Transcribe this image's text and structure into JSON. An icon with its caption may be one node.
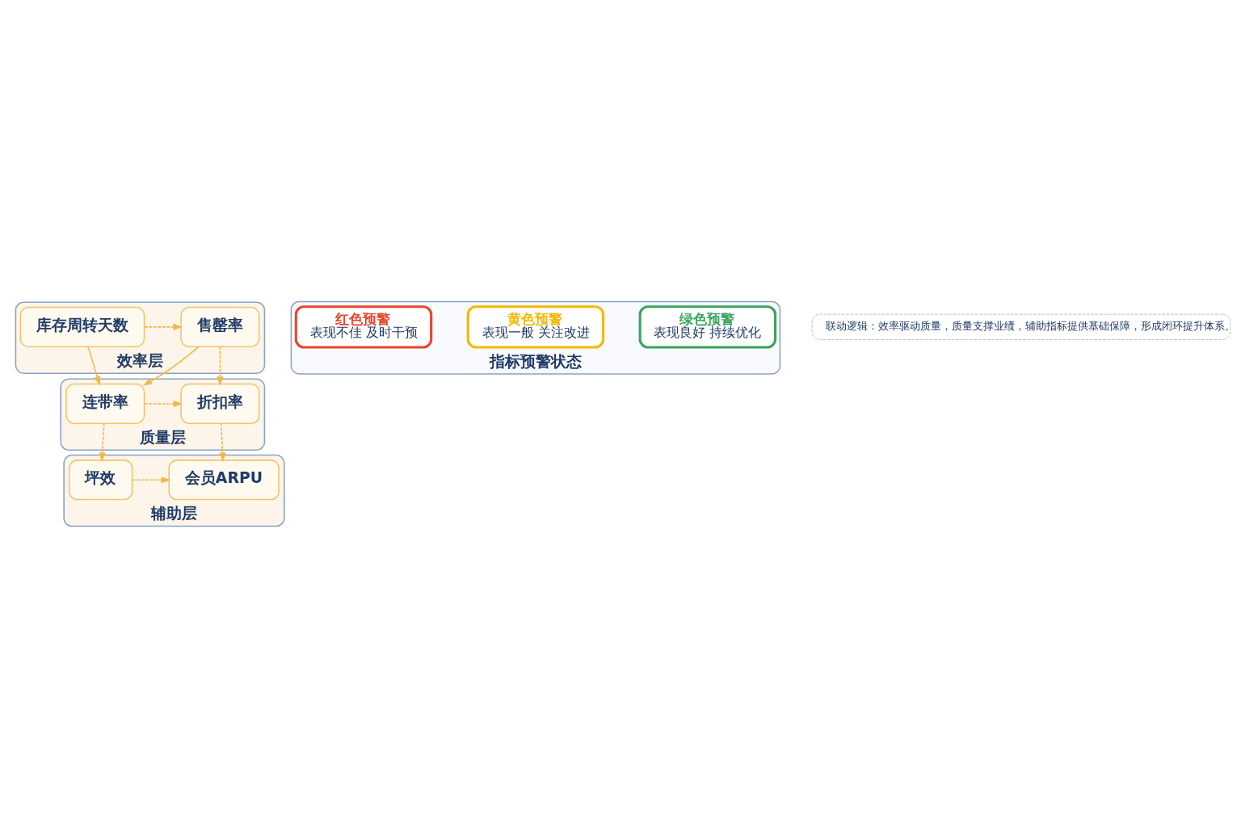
{
  "diagram": {
    "nodes": [
      {
        "text": [
          "效率层"
        ]
      },
      {
        "text": [
          "库存周转天数"
        ],
        "in": 0
      },
      {
        "text": [
          "售罄率"
        ],
        "in": 0
      },
      {
        "text": [
          "质量层"
        ]
      },
      {
        "text": [
          "连带率"
        ],
        "in": 3
      },
      {
        "text": [
          "折扣率"
        ],
        "in": 3
      },
      {
        "text": [
          "辅助层"
        ]
      },
      {
        "text": [
          "坪效"
        ],
        "in": 6
      },
      {
        "text": [
          "会员ARPU"
        ],
        "in": 6
      },
      {
        "text": [
          "指标预警状态"
        ]
      },
      {
        "text": [
          "绿色预警",
          "表现良好 持续优化"
        ],
        "in": 9
      },
      {
        "text": [
          "黄色预警",
          "表现一般 关注改进"
        ],
        "in": 9
      },
      {
        "text": [
          "红色预警",
          "表现不佳 及时干预"
        ],
        "in": 9
      },
      {
        "text": [
          "联动逻辑：效率驱动质量，质量支撑业绩，辅助指标提供基础保障，形成闭环提升体系。"
        ]
      }
    ],
    "edges": [
      {
        "from": 1,
        "to": 2,
        "arrow": "to",
        "style": "dashed"
      },
      {
        "from": 1,
        "to": 4,
        "arrow": "to"
      },
      {
        "from": 2,
        "to": 4,
        "arrow": "to"
      },
      {
        "from": 2,
        "to": 5,
        "arrow": "to",
        "style": "dashed"
      },
      {
        "from": 4,
        "to": 5,
        "arrow": "to",
        "style": "dashed"
      },
      {
        "from": 4,
        "to": 7,
        "arrow": "to",
        "style": "dashed"
      },
      {
        "from": 5,
        "to": 8,
        "arrow": "to",
        "style": "dashed"
      },
      {
        "from": 7,
        "to": 8,
        "arrow": "to",
        "style": "dashed"
      }
    ]
  }
}
